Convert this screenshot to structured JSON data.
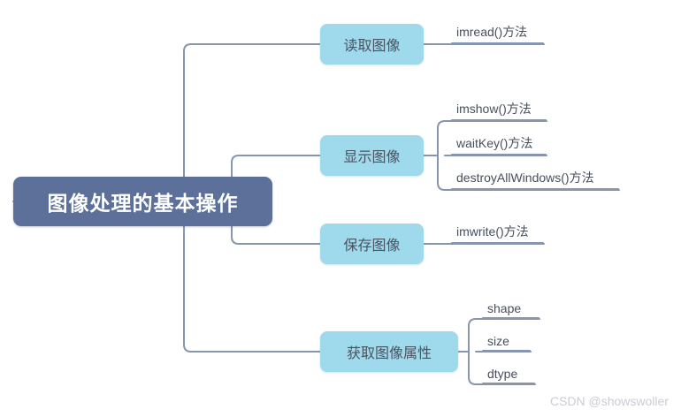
{
  "diagram": {
    "type": "mindmap",
    "root": {
      "label": "图像处理的基本操作"
    },
    "branches": [
      {
        "label": "读取图像",
        "children": [
          {
            "label": "imread()方法"
          }
        ]
      },
      {
        "label": "显示图像",
        "children": [
          {
            "label": "imshow()方法"
          },
          {
            "label": "waitKey()方法"
          },
          {
            "label": "destroyAllWindows()方法"
          }
        ]
      },
      {
        "label": "保存图像",
        "children": [
          {
            "label": "imwrite()方法"
          }
        ]
      },
      {
        "label": "获取图像属性",
        "children": [
          {
            "label": "shape"
          },
          {
            "label": "size"
          },
          {
            "label": "dtype"
          }
        ]
      }
    ]
  },
  "watermark": {
    "text": "CSDN @showswoller"
  },
  "colors": {
    "root_fill": "#5C7099",
    "root_text": "#ffffff",
    "topic_fill": "#9FD9EC",
    "topic_text": "#4A5260",
    "connector": "#8795AE",
    "leaf_text": "#474F5C",
    "background": "#ffffff",
    "watermark_text": "#C9CCD2"
  }
}
